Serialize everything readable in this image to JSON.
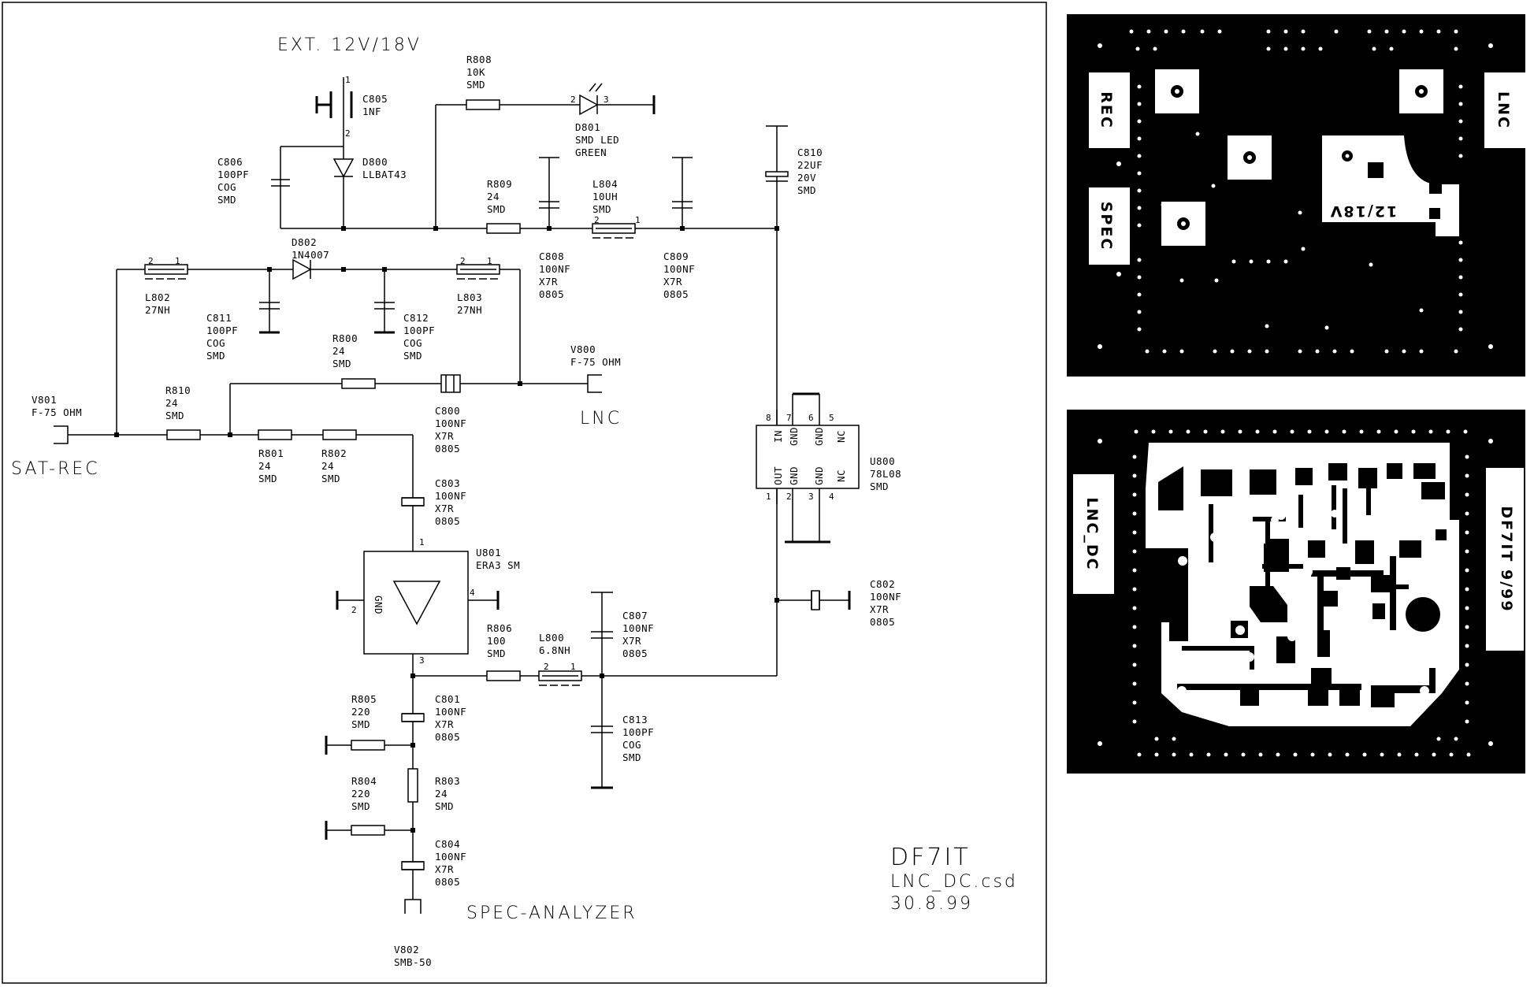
{
  "supply_label": "EXT. 12V/18V",
  "components": {
    "R808": {
      "ref": "R808",
      "value": "10K",
      "pkg": "SMD"
    },
    "C805": {
      "ref": "C805",
      "value": "1NF"
    },
    "D801": {
      "ref": "D801",
      "value": "SMD LED",
      "extra": "GREEN"
    },
    "C806": {
      "ref": "C806",
      "value": "100PF",
      "diel": "COG",
      "pkg": "SMD"
    },
    "D800": {
      "ref": "D800",
      "value": "LLBAT43"
    },
    "C810": {
      "ref": "C810",
      "value": "22UF",
      "volt": "20V",
      "pkg": "SMD"
    },
    "R809": {
      "ref": "R809",
      "value": "24",
      "pkg": "SMD"
    },
    "L804": {
      "ref": "L804",
      "value": "10UH",
      "pkg": "SMD"
    },
    "D802": {
      "ref": "D802",
      "value": "1N4007"
    },
    "L802": {
      "ref": "L802",
      "value": "27NH"
    },
    "L803": {
      "ref": "L803",
      "value": "27NH"
    },
    "C808": {
      "ref": "C808",
      "value": "100NF",
      "diel": "X7R",
      "pkg": "0805"
    },
    "C809": {
      "ref": "C809",
      "value": "100NF",
      "diel": "X7R",
      "pkg": "0805"
    },
    "C811": {
      "ref": "C811",
      "value": "100PF",
      "diel": "COG",
      "pkg": "SMD"
    },
    "C812": {
      "ref": "C812",
      "value": "100PF",
      "diel": "COG",
      "pkg": "SMD"
    },
    "R800": {
      "ref": "R800",
      "value": "24",
      "pkg": "SMD"
    },
    "V800": {
      "ref": "V800",
      "value": "F-75 OHM"
    },
    "V801": {
      "ref": "V801",
      "value": "F-75 OHM"
    },
    "R810": {
      "ref": "R810",
      "value": "24",
      "pkg": "SMD"
    },
    "C800": {
      "ref": "C800",
      "value": "100NF",
      "diel": "X7R",
      "pkg": "0805"
    },
    "R801": {
      "ref": "R801",
      "value": "24",
      "pkg": "SMD"
    },
    "R802": {
      "ref": "R802",
      "value": "24",
      "pkg": "SMD"
    },
    "C803": {
      "ref": "C803",
      "value": "100NF",
      "diel": "X7R",
      "pkg": "0805"
    },
    "U800": {
      "ref": "U800",
      "value": "78L08",
      "pkg": "SMD"
    },
    "U801": {
      "ref": "U801",
      "value": "ERA3 SM"
    },
    "C802": {
      "ref": "C802",
      "value": "100NF",
      "diel": "X7R",
      "pkg": "0805"
    },
    "R806": {
      "ref": "R806",
      "value": "100",
      "pkg": "SMD"
    },
    "L800": {
      "ref": "L800",
      "value": "6.8NH"
    },
    "C807": {
      "ref": "C807",
      "value": "100NF",
      "diel": "X7R",
      "pkg": "0805"
    },
    "R805": {
      "ref": "R805",
      "value": "220",
      "pkg": "SMD"
    },
    "C801": {
      "ref": "C801",
      "value": "100NF",
      "diel": "X7R",
      "pkg": "0805"
    },
    "C813": {
      "ref": "C813",
      "value": "100PF",
      "diel": "COG",
      "pkg": "SMD"
    },
    "R804": {
      "ref": "R804",
      "value": "220",
      "pkg": "SMD"
    },
    "R803": {
      "ref": "R803",
      "value": "24",
      "pkg": "SMD"
    },
    "C804": {
      "ref": "C804",
      "value": "100NF",
      "diel": "X7R",
      "pkg": "0805"
    },
    "V802": {
      "ref": "V802",
      "value": "SMB-50"
    }
  },
  "pins": {
    "u800_top": [
      "8",
      "7",
      "6",
      "5"
    ],
    "u800_top_names": [
      "IN",
      "GND",
      "GND",
      "NC"
    ],
    "u800_bot": [
      "1",
      "2",
      "3",
      "4"
    ],
    "u800_bot_names": [
      "OUT",
      "GND",
      "GND",
      "NC"
    ],
    "u801_gnd": "GND",
    "n1": "1",
    "n2": "2",
    "n3": "3",
    "n4": "4",
    "n5": "5"
  },
  "port_labels": {
    "lnc": "LNC",
    "sat_rec": "SAT-REC",
    "spec_analyzer": "SPEC-ANALYZER"
  },
  "title_block": {
    "author": "DF7IT",
    "file": "LNC_DC.csd",
    "date": "30.8.99"
  },
  "pcb_top": {
    "label_rec": "REC",
    "label_lnc": "LNC",
    "label_spec": "SPEC",
    "label_volt": "12/18V"
  },
  "pcb_bottom": {
    "label_name": "LNC_DC",
    "label_author": "DF7IT 9/99"
  },
  "colors": {
    "ink": "#000000",
    "paper": "#ffffff"
  }
}
